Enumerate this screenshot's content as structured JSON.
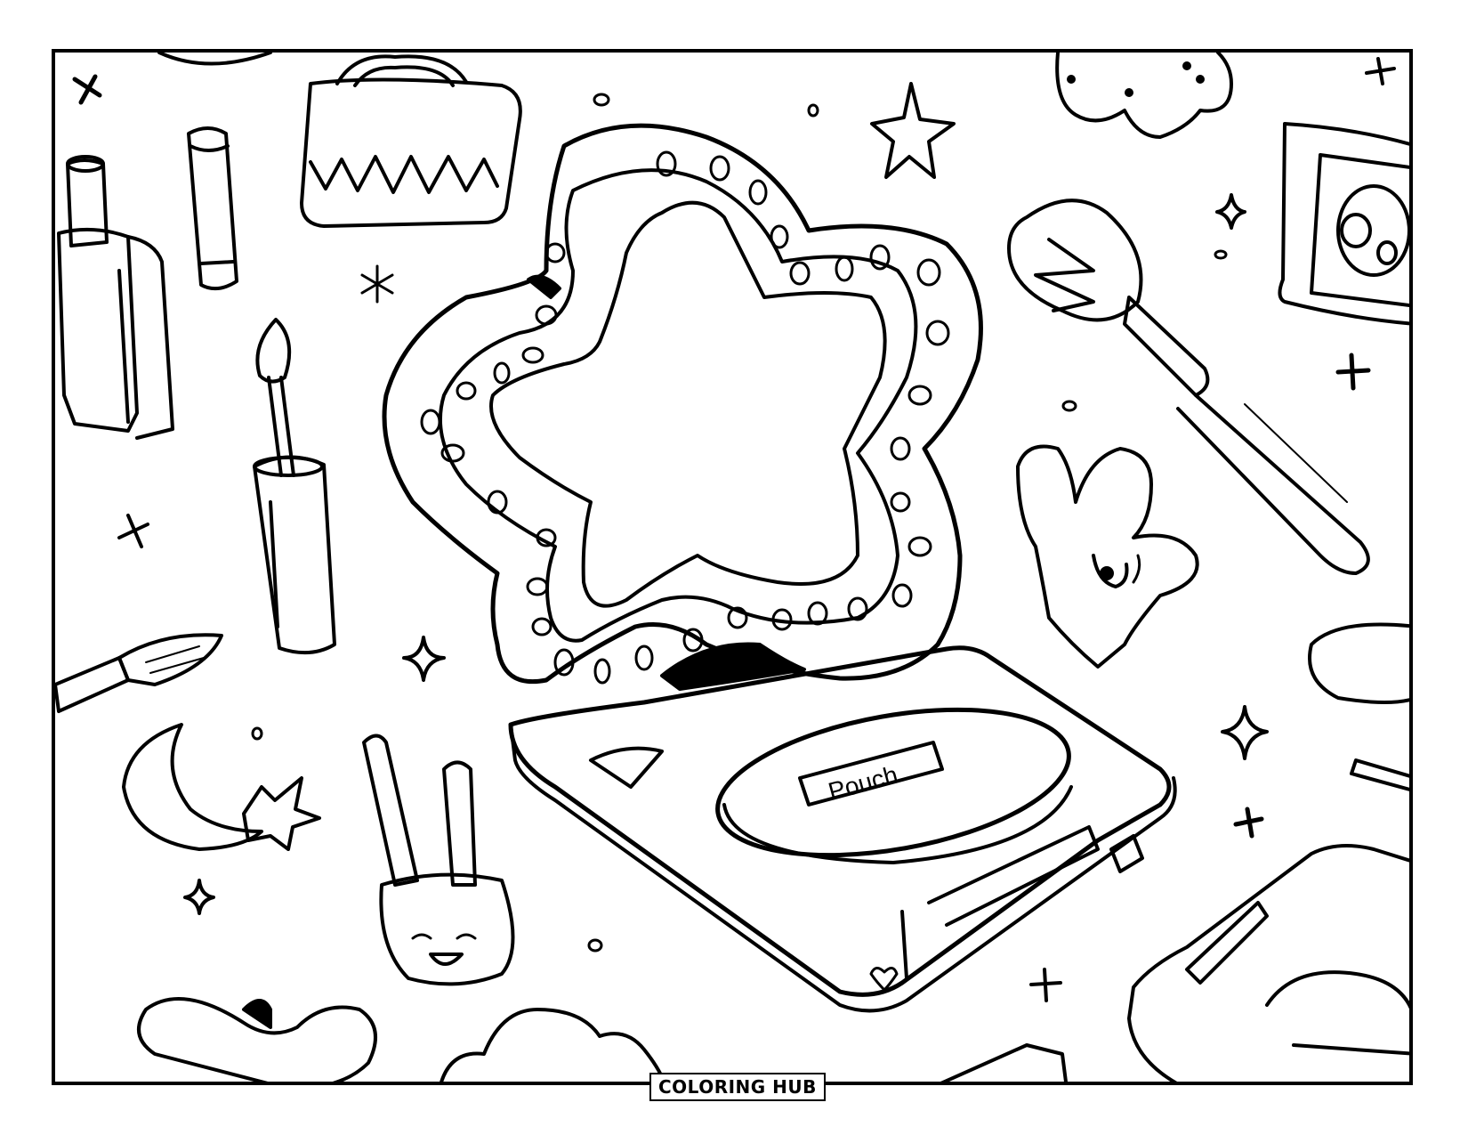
{
  "page": {
    "kind": "coloring-page",
    "theme": "makeup and beauty items",
    "colors": {
      "ink": "#000000",
      "paper": "#ffffff"
    }
  },
  "artwork": {
    "pouch_label": "Pouch",
    "items": [
      "star-shaped mirror",
      "makeup compact",
      "powder brush",
      "mascara wand",
      "lipsticks",
      "perfume bottle",
      "makeup bag",
      "eyeshadow palette",
      "crescent moon",
      "smiling pencil cup",
      "winking cloud face",
      "heart",
      "stars and sparkles"
    ]
  },
  "footer": {
    "brand": "COLORING HUB"
  }
}
